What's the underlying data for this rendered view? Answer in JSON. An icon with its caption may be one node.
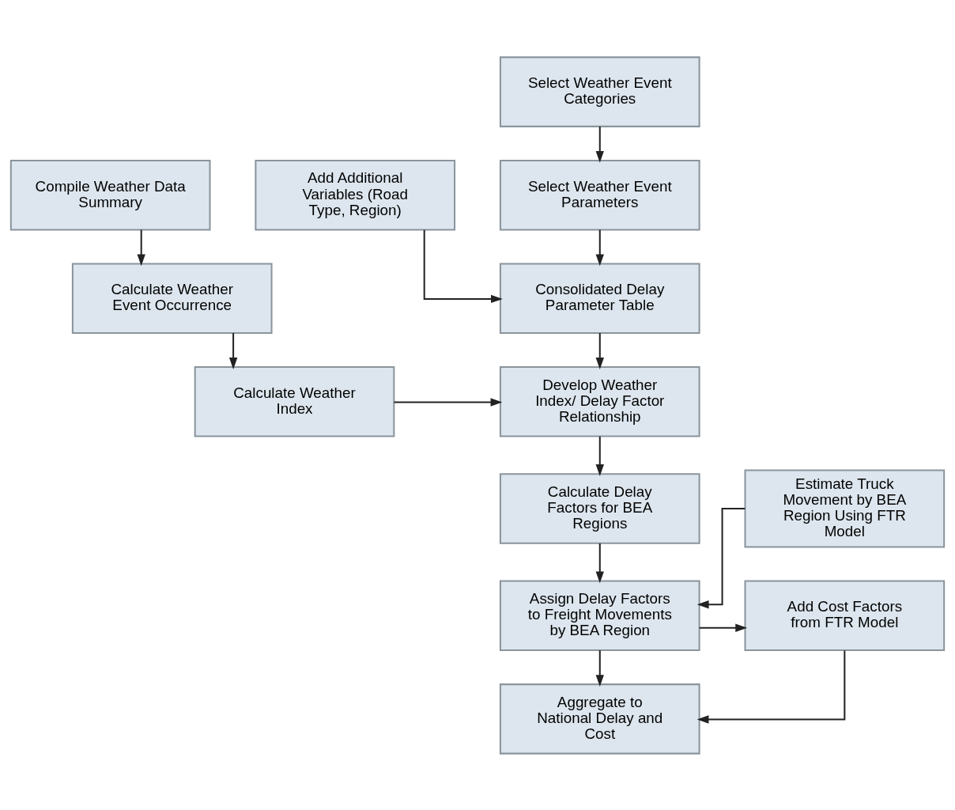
{
  "diagram": {
    "nodes": [
      {
        "text": [
          "Select Weather Event Categories"
        ]
      },
      {
        "text": [
          "Select Weather Event Parameters"
        ]
      },
      {
        "text": [
          "Compile Weather Data Summary"
        ]
      },
      {
        "text": [
          "Add Additional Variables (Road Type, Region)"
        ]
      },
      {
        "text": [
          "Consolidated Delay Parameter Table"
        ]
      },
      {
        "text": [
          "Calculate Weather Event Occurrence"
        ]
      },
      {
        "text": [
          "Calculate Weather Index"
        ]
      },
      {
        "text": [
          "Develop Weather Index/ Delay Factor Relationship"
        ]
      },
      {
        "text": [
          "Calculate Delay Factors for BEA Regions"
        ]
      },
      {
        "text": [
          "Estimate Truck Movement by BEA Region Using FTR Model"
        ]
      },
      {
        "text": [
          "Assign Delay Factors to Freight Movements by BEA Region"
        ]
      },
      {
        "text": [
          "Add Cost Factors from FTR Model"
        ]
      },
      {
        "text": [
          "Aggregate to National Delay and Cost"
        ]
      }
    ],
    "edges": [
      {
        "from": 0,
        "to": 1,
        "arrow": "to"
      },
      {
        "from": 1,
        "to": 4,
        "arrow": "to"
      },
      {
        "from": 3,
        "to": 4,
        "arrow": "to"
      },
      {
        "from": 2,
        "to": 5,
        "arrow": "to"
      },
      {
        "from": 5,
        "to": 6,
        "arrow": "to"
      },
      {
        "from": 4,
        "to": 7,
        "arrow": "to"
      },
      {
        "from": 6,
        "to": 7,
        "arrow": "to"
      },
      {
        "from": 7,
        "to": 8,
        "arrow": "to"
      },
      {
        "from": 8,
        "to": 10,
        "arrow": "to"
      },
      {
        "from": 9,
        "to": 10,
        "arrow": "to"
      },
      {
        "from": 10,
        "to": 11,
        "arrow": "to"
      },
      {
        "from": 11,
        "to": 12,
        "arrow": "to"
      },
      {
        "from": 10,
        "to": 12,
        "arrow": "to"
      }
    ]
  }
}
